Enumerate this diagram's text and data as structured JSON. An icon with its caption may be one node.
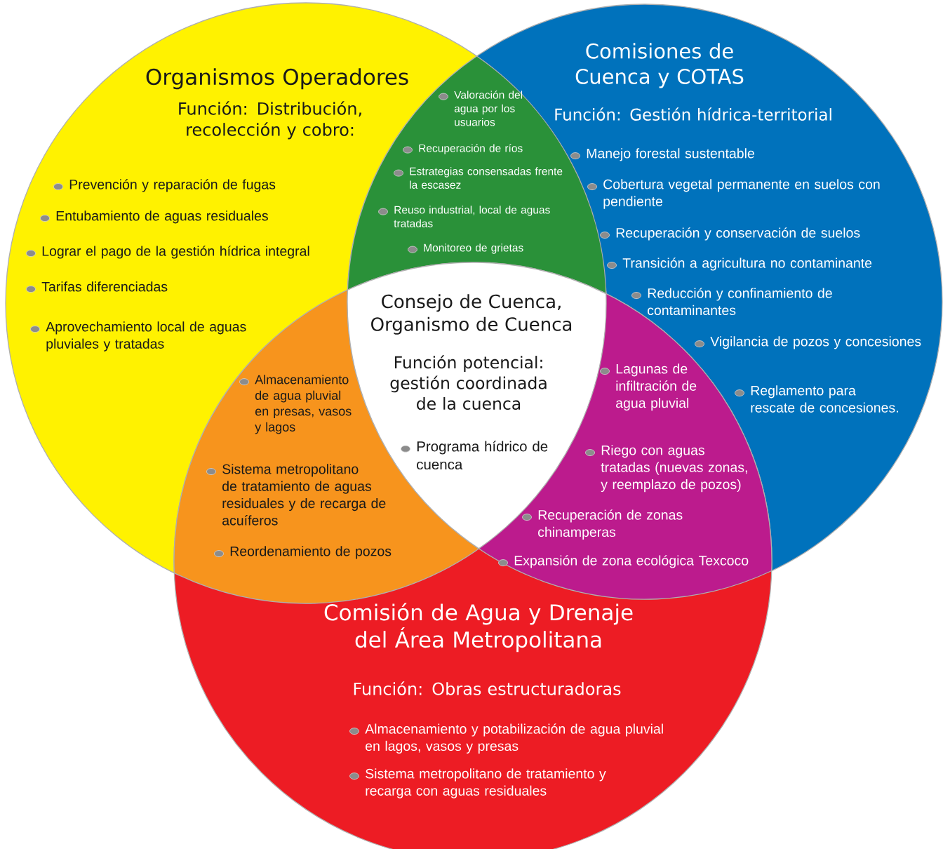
{
  "diagram": {
    "nodes": [
      {
        "text": [
          "Organismos Operadores",
          "Función: Distribución, recolección y cobro:",
          "Prevención y reparación de fugas",
          "Entubamiento de aguas residuales",
          "Lograr el pago de la gestión hídrica integral",
          "Tarifas diferenciadas",
          "Aprovechamiento local de aguas pluviales y tratadas"
        ]
      },
      {
        "text": [
          "Comisiones de Cuenca y COTAS",
          "Función: Gestión hídrica-territorial",
          "Manejo forestal sustentable",
          "Cobertura vegetal permanente en suelos con pendiente",
          "Recuperación y conservación de suelos",
          "Transición a agricultura no contaminante",
          "Reducción y confinamiento de contaminantes",
          "Vigilancia de pozos y concesiones",
          "Reglamento para rescate de concesiones."
        ]
      },
      {
        "text": [
          "Comisión de Agua y Drenaje del Área Metropolitana",
          "Función: Obras estructuradoras",
          "Almacenamiento y potabilización de agua pluvial en lagos, vasos y presas",
          "Sistema metropolitano de tratamiento y recarga con aguas residuales"
        ]
      },
      {
        "text": [
          "Valoración del agua por los usuarios",
          "Recuperación de ríos",
          "Estrategias consensadas frente la escasez",
          "Reuso industrial, local de aguas tratadas",
          "Monitoreo de grietas"
        ]
      },
      {
        "text": [
          "Almacenamiento de agua pluvial en presas, vasos y lagos",
          "Sistema metropolitano de tratamiento de aguas residuales y de recarga de acuíferos",
          "Reordenamiento de pozos"
        ]
      },
      {
        "text": [
          "Lagunas de infiltración de agua pluvial",
          "Riego con aguas tratadas (nuevas zonas, y reemplazo de pozos)",
          "Recuperación de zonas chinamperas",
          "Expansión de zona ecológica Texcoco"
        ]
      },
      {
        "text": [
          "Consejo de Cuenca, Organismo de Cuenca",
          "Función potencial: gestión coordinada de la cuenca",
          "Programa hídrico de cuenca"
        ]
      }
    ]
  }
}
